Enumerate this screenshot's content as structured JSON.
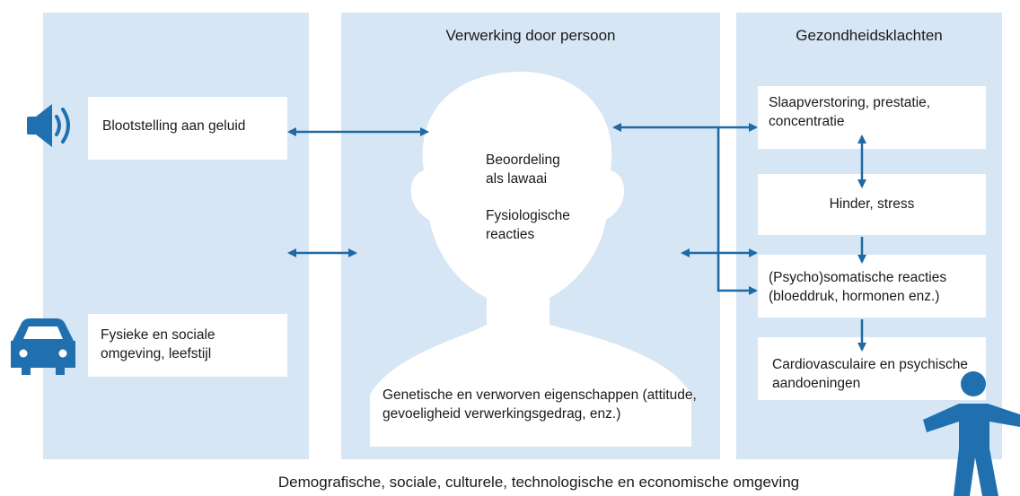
{
  "left_panel": {
    "exposure_label": "Blootstelling aan geluid",
    "environment_label": "Fysieke en sociale omgeving, leefstijl",
    "speaker_icon": "speaker-icon",
    "car_icon": "car-icon"
  },
  "middle_panel": {
    "title": "Verwerking door persoon",
    "assessment_label": "Beoordeling als lawaai",
    "physiological_label": "Fysiologische reacties",
    "traits_label": "Genetische en verworven eigenschappen (attitude, gevoeligheid verwerkingsgedrag, enz.)",
    "head_icon": "person-head-icon"
  },
  "right_panel": {
    "title": "Gezondheidsklachten",
    "items": [
      {
        "label": "Slaapverstoring, prestatie, concentratie"
      },
      {
        "label": "Hinder, stress"
      },
      {
        "label": "(Psycho)somatische reacties (bloeddruk, hormonen enz.)"
      },
      {
        "label": "Cardiovasculaire en psychische aandoeningen"
      }
    ],
    "person_icon": "person-icon"
  },
  "footer": {
    "caption": "Demografische, sociale, culturele, technologische en economische omgeving"
  },
  "colors": {
    "panel": "#d6e6f5",
    "arrow": "#1f6aa5",
    "icon": "#2070b0"
  }
}
